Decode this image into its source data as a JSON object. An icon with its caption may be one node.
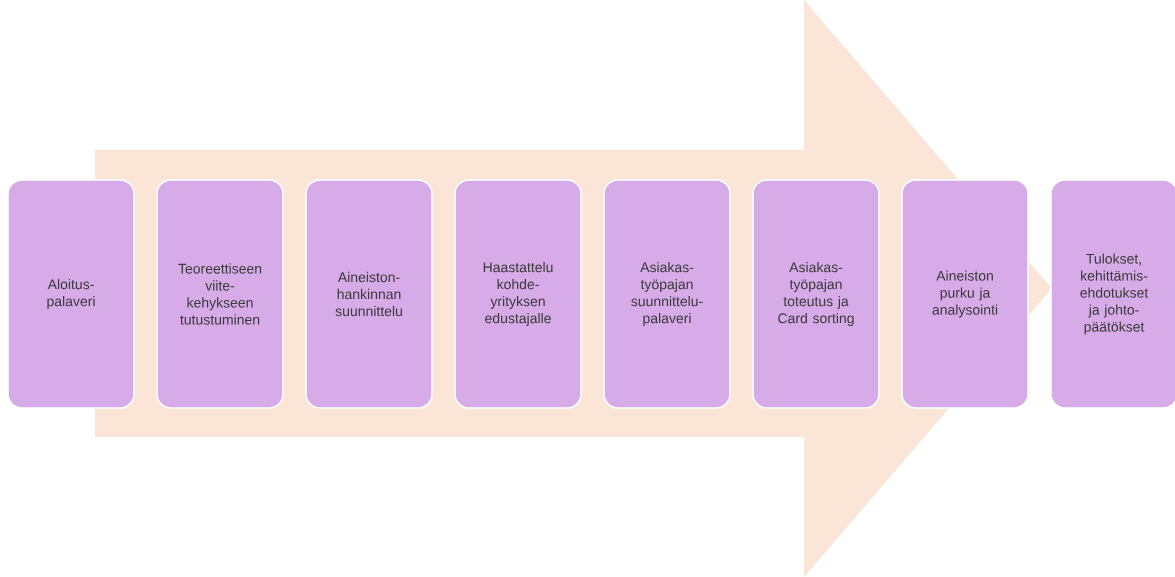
{
  "diagram": {
    "nodes": [
      {
        "text": [
          "Aloitus- palaveri"
        ]
      },
      {
        "text": [
          "Teoreettiseen viite- kehykseen tutustuminen"
        ]
      },
      {
        "text": [
          "Aineiston- hankinnan suunnittelu"
        ]
      },
      {
        "text": [
          "Haastattelu kohde- yrityksen edustajalle"
        ]
      },
      {
        "text": [
          "Asiakas- työpajan suunnittelu- palaveri"
        ]
      },
      {
        "text": [
          "Asiakas- työpajan toteutus ja Card sorting"
        ]
      },
      {
        "text": [
          "Aineiston purku ja analysointi"
        ]
      },
      {
        "text": [
          "Tulokset, kehittämis- ehdotukset ja johto- päätökset"
        ]
      }
    ],
    "edges": [
      {
        "from": 0,
        "to": 7,
        "arrow": "to"
      }
    ]
  }
}
